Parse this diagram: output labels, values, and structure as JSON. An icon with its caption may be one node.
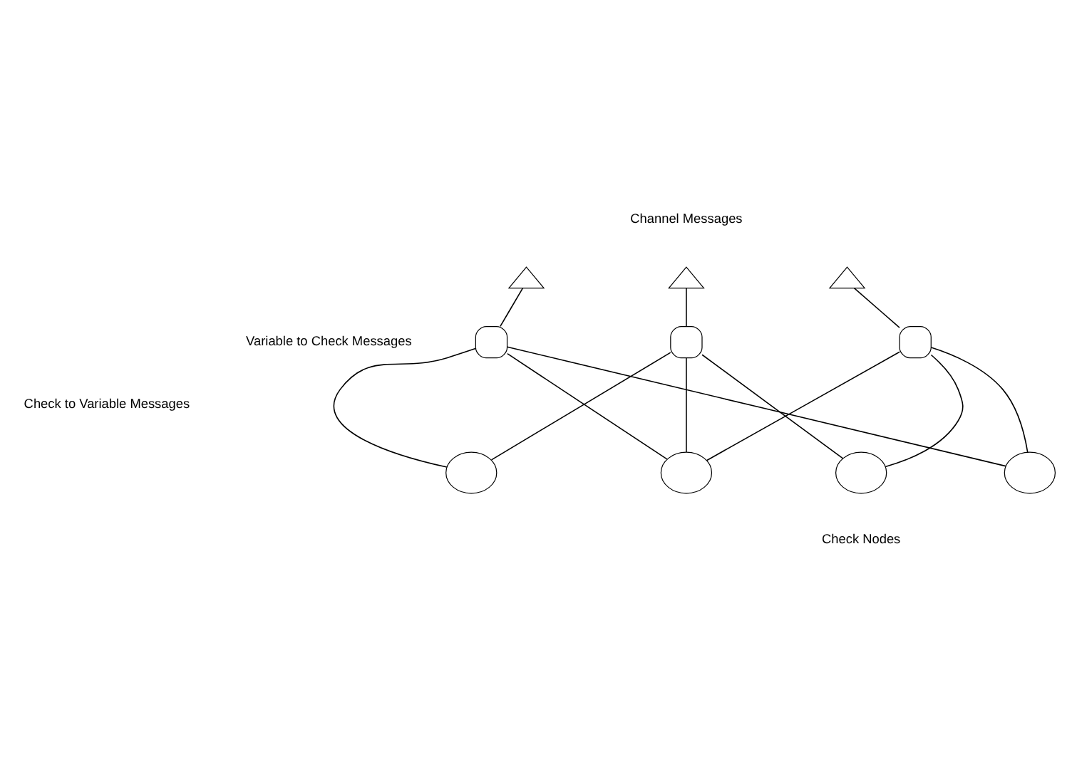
{
  "diagram": {
    "nodes": [
      {
        "text": [],
        "shape": "triangle"
      },
      {
        "text": [],
        "shape": "triangle"
      },
      {
        "text": [],
        "shape": "triangle"
      },
      {
        "text": [],
        "shape": "box"
      },
      {
        "text": [],
        "shape": "box"
      },
      {
        "text": [],
        "shape": "box"
      },
      {
        "text": [],
        "shape": "circle"
      },
      {
        "text": [],
        "shape": "circle"
      },
      {
        "text": [],
        "shape": "circle"
      },
      {
        "text": [],
        "shape": "circle"
      }
    ],
    "edges": [
      {
        "from": 0,
        "to": 3,
        "arrow": "none"
      },
      {
        "from": 1,
        "to": 4,
        "arrow": "none"
      },
      {
        "from": 2,
        "to": 5,
        "arrow": "none"
      },
      {
        "from": 3,
        "to": 6,
        "arrow": "none"
      },
      {
        "from": 3,
        "to": 7,
        "arrow": "none"
      },
      {
        "from": 3,
        "to": 9,
        "arrow": "none"
      },
      {
        "from": 4,
        "to": 6,
        "arrow": "none"
      },
      {
        "from": 4,
        "to": 7,
        "arrow": "none"
      },
      {
        "from": 4,
        "to": 8,
        "arrow": "none"
      },
      {
        "from": 5,
        "to": 7,
        "arrow": "none"
      },
      {
        "from": 5,
        "to": 8,
        "arrow": "none"
      },
      {
        "from": 5,
        "to": 9,
        "arrow": "none"
      }
    ],
    "labels": [
      "Channel Messages",
      "Variable to Check Messages",
      "Check to Variable Messages",
      "Check Nodes"
    ]
  }
}
